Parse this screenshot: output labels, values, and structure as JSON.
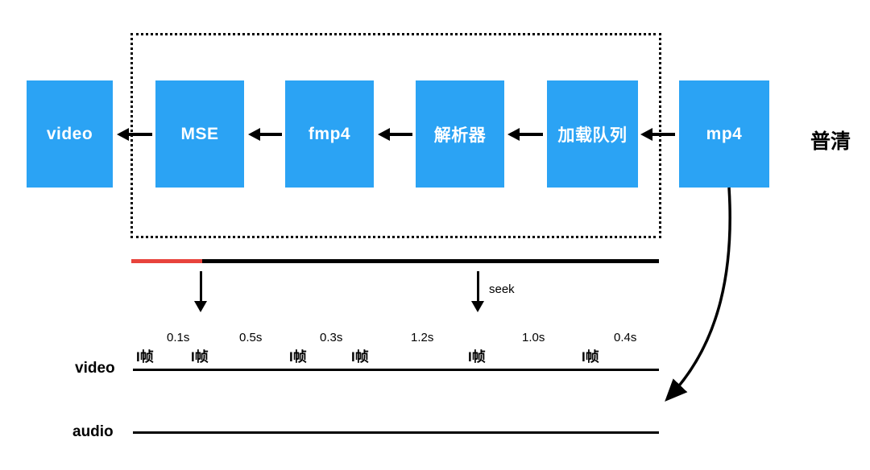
{
  "diagram": {
    "quality_label": "普清",
    "boxes": [
      {
        "label": "video"
      },
      {
        "label": "MSE"
      },
      {
        "label": "fmp4"
      },
      {
        "label": "解析器"
      },
      {
        "label": "加载队列"
      },
      {
        "label": "mp4"
      }
    ],
    "seek_label": "seek",
    "video_track": {
      "label": "video",
      "frames": [
        {
          "marker": "I帧",
          "gap": "0.1s"
        },
        {
          "marker": "I帧",
          "gap": "0.5s"
        },
        {
          "marker": "I帧",
          "gap": "0.3s"
        },
        {
          "marker": "I帧",
          "gap": "1.2s"
        },
        {
          "marker": "I帧",
          "gap": "1.0s"
        },
        {
          "marker": "I帧",
          "gap": "0.4s"
        }
      ]
    },
    "audio_track": {
      "label": "audio"
    },
    "colors": {
      "box_blue": "#2ba3f4",
      "progress_red": "#e8433c",
      "line_black": "#000000"
    }
  }
}
